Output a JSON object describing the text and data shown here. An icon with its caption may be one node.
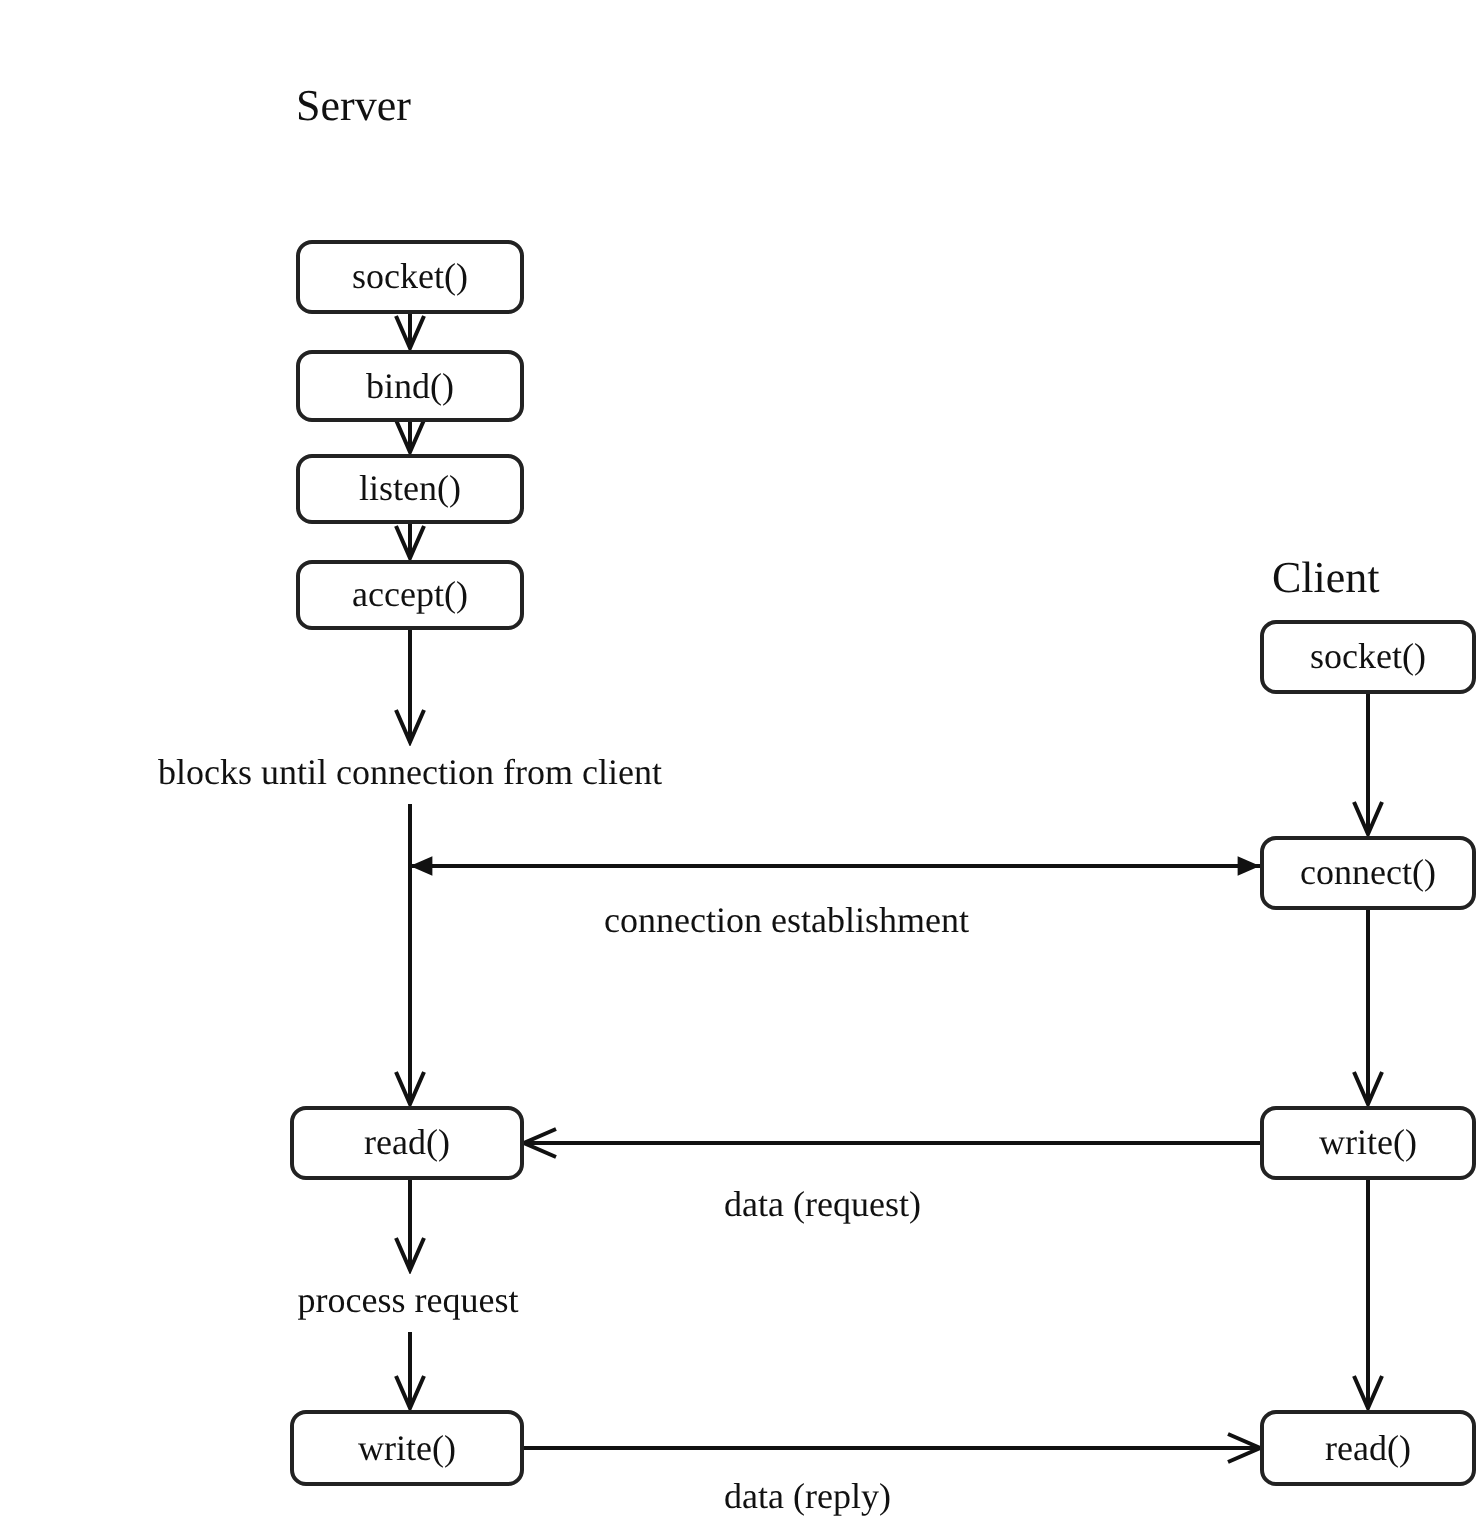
{
  "diagram": {
    "nodes": [
      {
        "text": [
          "socket()"
        ]
      },
      {
        "text": [
          "bind()"
        ]
      },
      {
        "text": [
          "listen()"
        ]
      },
      {
        "text": [
          "accept()"
        ]
      },
      {
        "text": [
          "blocks until connection from client"
        ]
      },
      {
        "text": [
          "socket()"
        ]
      },
      {
        "text": [
          "connect()"
        ]
      },
      {
        "text": [
          "read()"
        ]
      },
      {
        "text": [
          "write()"
        ]
      },
      {
        "text": [
          "process request"
        ]
      },
      {
        "text": [
          "write()"
        ]
      },
      {
        "text": [
          "read()"
        ]
      }
    ],
    "edges": [
      {
        "from": 0,
        "to": 1,
        "arrow": "to"
      },
      {
        "from": 1,
        "to": 2,
        "arrow": "to"
      },
      {
        "from": 2,
        "to": 3,
        "arrow": "to"
      },
      {
        "from": 3,
        "to": 4,
        "arrow": "to"
      },
      {
        "from": 4,
        "to": 7,
        "arrow": "to"
      },
      {
        "from": null,
        "to": 6,
        "arrow": "both",
        "label": "connection establishment"
      },
      {
        "from": 5,
        "to": 6,
        "arrow": "to"
      },
      {
        "from": 6,
        "to": 8,
        "arrow": "to"
      },
      {
        "from": 8,
        "to": 7,
        "arrow": "to",
        "label": "data (request)"
      },
      {
        "from": 7,
        "to": 9,
        "arrow": "to"
      },
      {
        "from": 9,
        "to": 10,
        "arrow": "to"
      },
      {
        "from": 8,
        "to": 11,
        "arrow": "to"
      },
      {
        "from": 10,
        "to": 11,
        "arrow": "to",
        "label": "data (reply)"
      }
    ],
    "labels": [
      "Server",
      "Client"
    ]
  }
}
